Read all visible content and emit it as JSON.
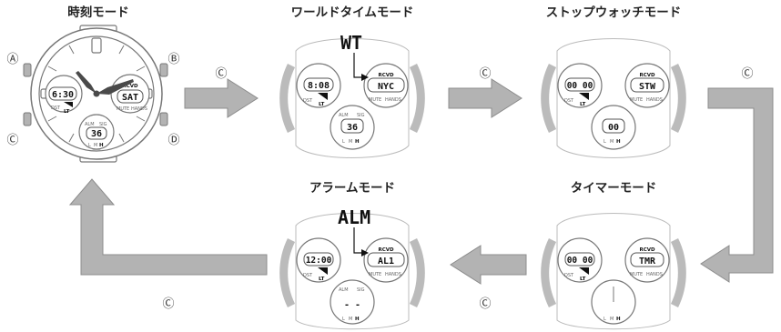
{
  "colors": {
    "arrow_fill": "#b3b3b3",
    "arrow_stroke": "#8c8c8c",
    "watch_line": "#777777"
  },
  "buttons": {
    "a": "Ⓐ",
    "b": "Ⓑ",
    "c": "Ⓒ",
    "d": "Ⓓ"
  },
  "titles": {
    "time": "時刻モード",
    "world": "ワールドタイムモード",
    "stopwatch": "ストップウォッチモード",
    "timer": "タイマーモード",
    "alarm": "アラームモード"
  },
  "displays": {
    "time": {
      "left": "6:30",
      "right": "SAT",
      "bottom": "36",
      "rcvd": "RCVD"
    },
    "world": {
      "callout": "WT",
      "left": "8:08",
      "right": "NYC",
      "bottom": "36",
      "rcvd": "RCVD"
    },
    "stopwatch": {
      "left": "00 00",
      "right": "STW",
      "bottom": "00",
      "rcvd": "RCVD"
    },
    "timer": {
      "left": "00 00",
      "right": "TMR",
      "rcvd": "RCVD"
    },
    "alarm": {
      "callout": "ALM",
      "left": "12:00",
      "right": "AL1",
      "bottom": "- -",
      "rcvd": "RCVD"
    }
  },
  "dial_labels": {
    "dst": "DST",
    "lt": "LT",
    "alm": "ALM",
    "sig": "SIG",
    "mute": "MUTE",
    "hands": "HANDS",
    "l": "L",
    "m": "M",
    "h": "H"
  }
}
